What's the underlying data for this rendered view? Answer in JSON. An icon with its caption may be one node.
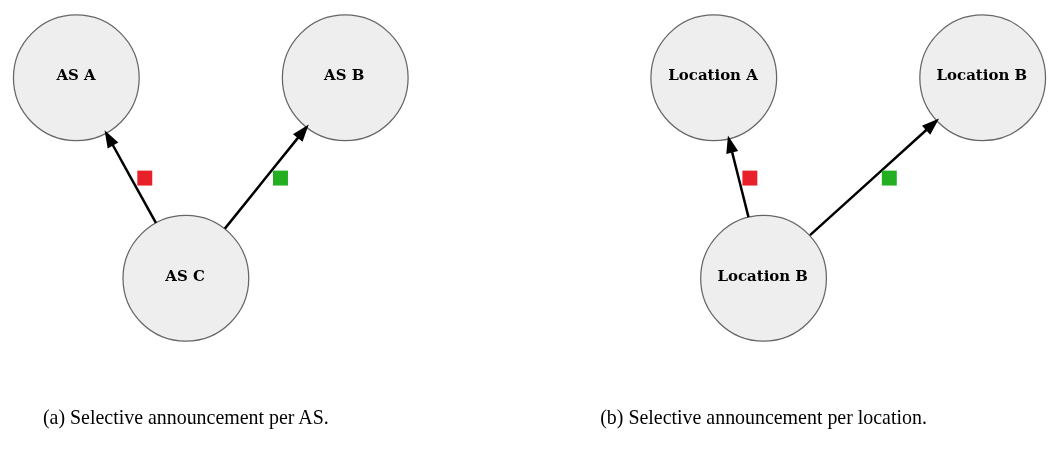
{
  "diagram": {
    "nodes": [
      {
        "text": [
          "AS A"
        ]
      },
      {
        "text": [
          "AS B"
        ]
      },
      {
        "text": [
          "AS C"
        ]
      },
      {
        "text": [
          "Location A"
        ]
      },
      {
        "text": [
          "Location B"
        ]
      },
      {
        "text": [
          "Location B"
        ]
      }
    ],
    "edges": [
      {
        "from": 2,
        "to": 0,
        "arrow": "to"
      },
      {
        "from": 2,
        "to": 1,
        "arrow": "to"
      },
      {
        "from": 5,
        "to": 3,
        "arrow": "to"
      },
      {
        "from": 5,
        "to": 4,
        "arrow": "to"
      }
    ],
    "labels": [
      "(a) Selective announcement per AS.",
      "(b) Selective announcement per location."
    ]
  }
}
